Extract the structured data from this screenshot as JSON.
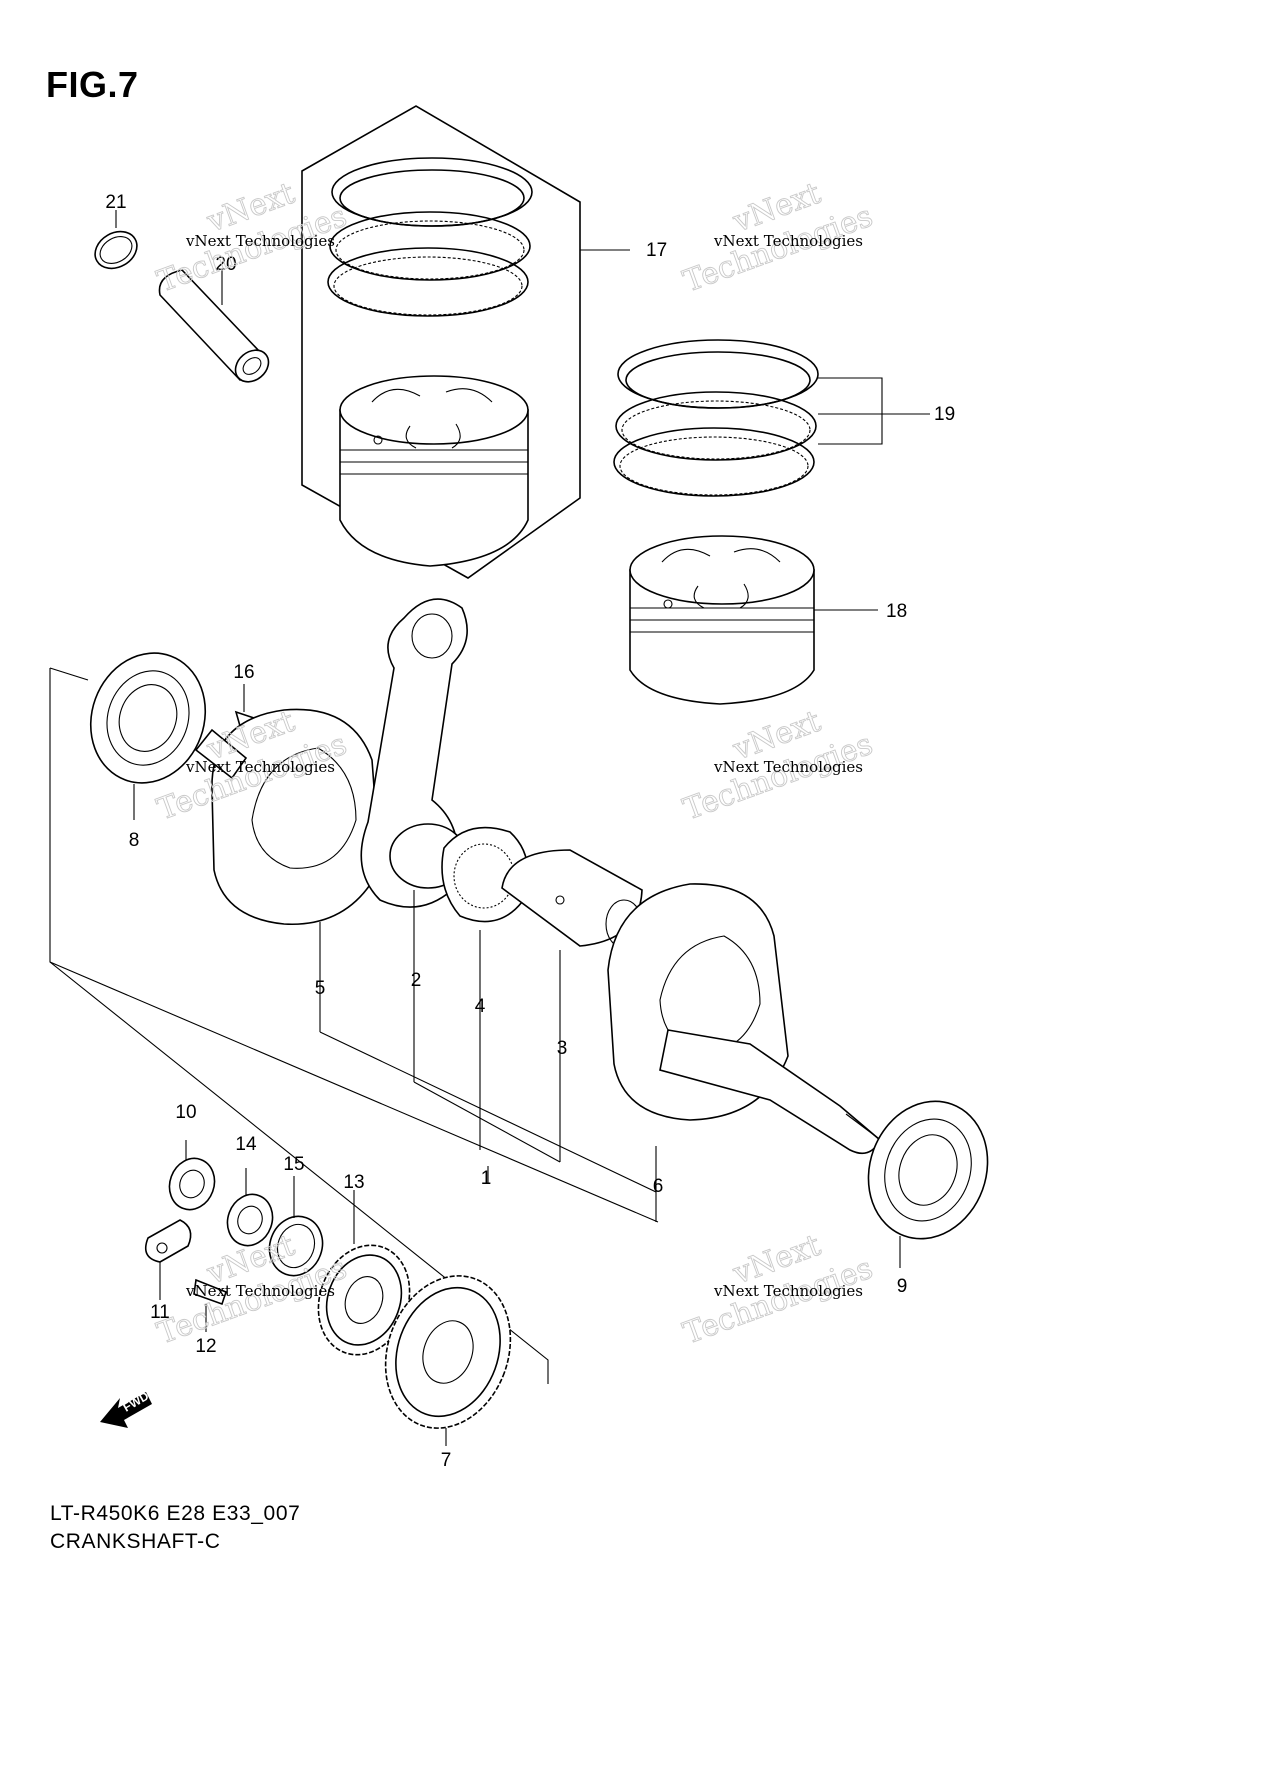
{
  "figure": {
    "title": "FIG.7",
    "code": "LT-R450K6 E28 E33_007",
    "name": "CRANKSHAFT-C"
  },
  "callouts": [
    "1",
    "2",
    "3",
    "4",
    "5",
    "6",
    "7",
    "8",
    "9",
    "10",
    "11",
    "12",
    "13",
    "14",
    "15",
    "16",
    "17",
    "18",
    "19",
    "20",
    "21"
  ],
  "watermark": {
    "line1": "vNext",
    "line2": "Technologies",
    "line3": "vNext Technologies"
  },
  "fwd_label": "FWD"
}
